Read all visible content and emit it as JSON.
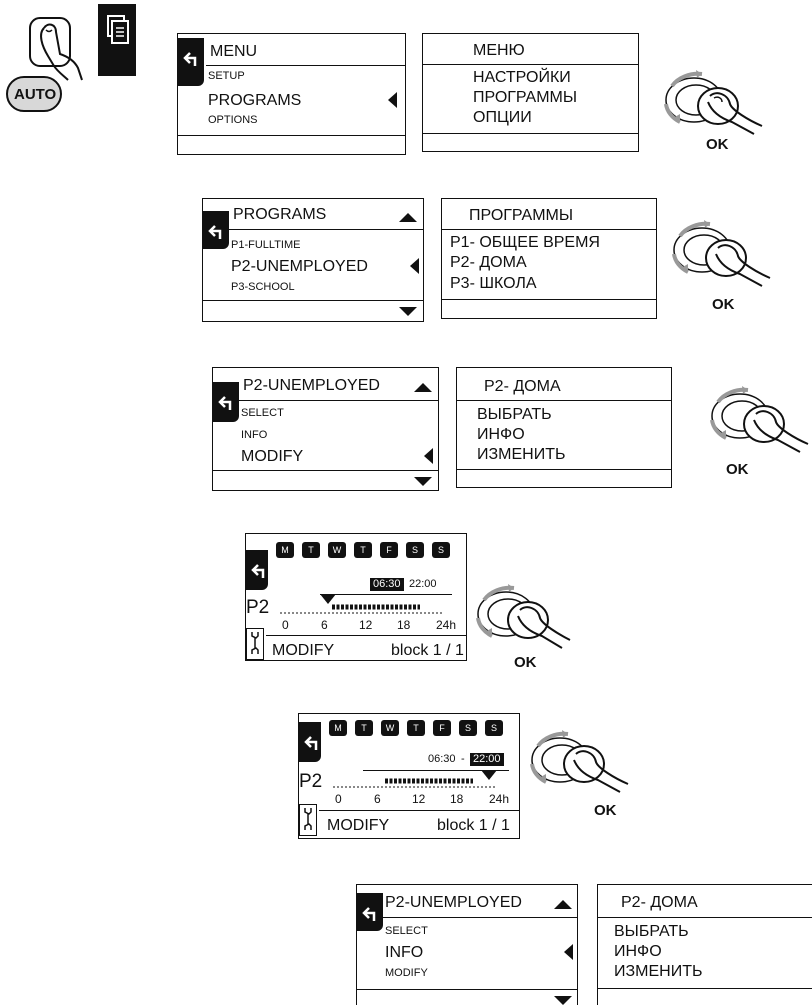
{
  "intro": {
    "auto_label": "AUTO"
  },
  "step1": {
    "menu_title": "MENU",
    "items": [
      "SETUP",
      "PROGRAMS",
      "OPTIONS"
    ],
    "ru_title": "МЕНЮ",
    "ru_items": [
      "НАСТРОЙКИ",
      "ПРОГРАММЫ",
      "ОПЦИИ"
    ]
  },
  "step2": {
    "menu_title": "PROGRAMS",
    "items": [
      "P1-FULLTIME",
      "P2-UNEMPLOYED",
      "P3-SCHOOL"
    ],
    "ru_title": "ПРОГРАММЫ",
    "ru_items": [
      "P1- ОБЩЕЕ ВРЕМЯ",
      "P2- ДОМА",
      "P3- ШКОЛА"
    ]
  },
  "step3": {
    "menu_title": "P2-UNEMPLOYED",
    "items": [
      "SELECT",
      "INFO",
      "MODIFY"
    ],
    "ru_title": "P2- ДОМА",
    "ru_items": [
      "ВЫБРАТЬ",
      "ИНФО",
      "ИЗМЕНИТЬ"
    ]
  },
  "schedule": {
    "days": [
      "M",
      "T",
      "W",
      "T",
      "F",
      "S",
      "S"
    ],
    "program": "P2",
    "ticks": [
      "0",
      "6",
      "12",
      "18",
      "24h"
    ],
    "mode": "MODIFY",
    "block": "block 1 / 1",
    "start": "06:30",
    "dash": "-",
    "end": "22:00"
  },
  "step6": {
    "menu_title": "P2-UNEMPLOYED",
    "items": [
      "SELECT",
      "INFO",
      "MODIFY"
    ],
    "ru_title": "P2- ДОМА",
    "ru_items": [
      "ВЫБРАТЬ",
      "ИНФО",
      "ИЗМЕНИТЬ"
    ]
  },
  "ok_label": "OK"
}
